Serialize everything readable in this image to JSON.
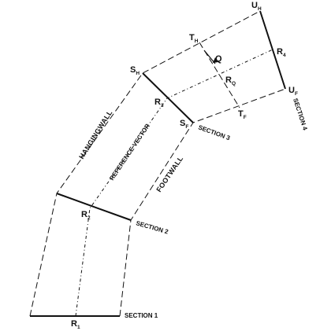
{
  "sections": {
    "s1": "SECTION 1",
    "s2": "SECTION 2",
    "s3": "SECTION 3",
    "s4": "SECTION 4"
  },
  "walls": {
    "hanging": "HANGINGWALL",
    "foot": "FOOTWALL",
    "reference": "REFERENCE VECTOR"
  },
  "points": {
    "R1": {
      "main": "R",
      "sub": "1"
    },
    "R2": {
      "main": "R",
      "sub": "2"
    },
    "R3": {
      "main": "R",
      "sub": "3"
    },
    "R4": {
      "main": "R",
      "sub": "4"
    },
    "RQ": {
      "main": "R",
      "sub": "Q"
    },
    "SH": {
      "main": "S",
      "sub": "H"
    },
    "SF": {
      "main": "S",
      "sub": "F"
    },
    "TH": {
      "main": "T",
      "sub": "H"
    },
    "TF": {
      "main": "T",
      "sub": "F"
    },
    "UH": {
      "main": "U",
      "sub": "H"
    },
    "UF": {
      "main": "U",
      "sub": "F"
    },
    "Q": {
      "main": "Q",
      "sub": ""
    }
  }
}
